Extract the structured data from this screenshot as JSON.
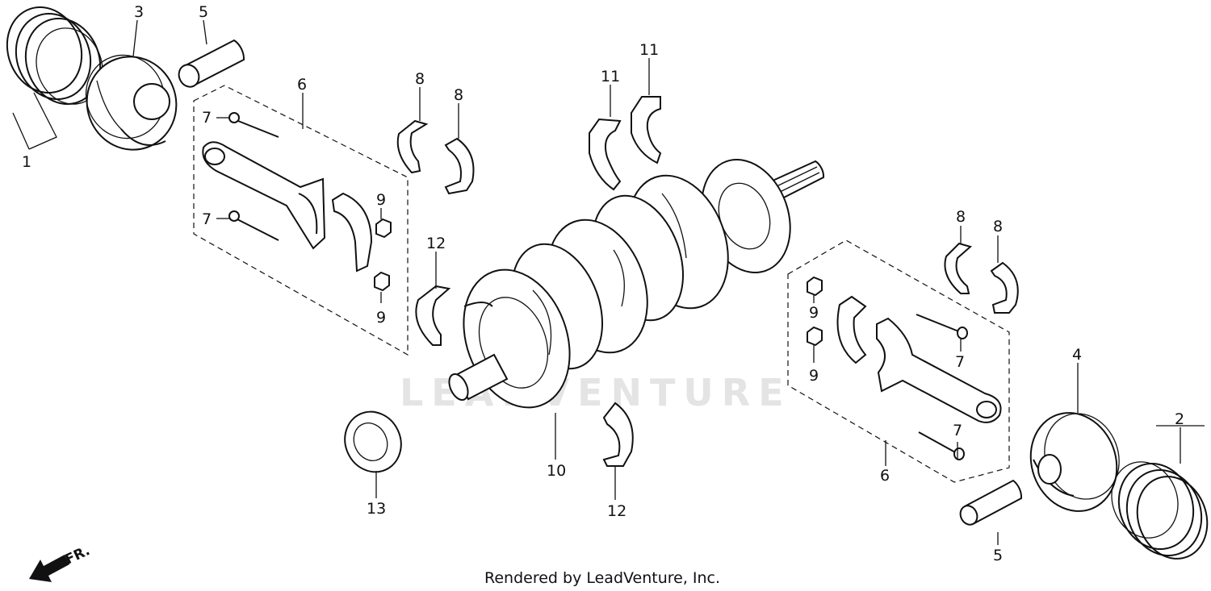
{
  "diagram": {
    "watermark": "LEADVENTURE",
    "footer": "Rendered by LeadVenture, Inc.",
    "front_indicator": "FR.",
    "callouts": {
      "c1": "1",
      "c2": "2",
      "c3": "3",
      "c4": "4",
      "c5a": "5",
      "c5b": "5",
      "c6a": "6",
      "c6b": "6",
      "c7a": "7",
      "c7b": "7",
      "c7c": "7",
      "c7d": "7",
      "c8a": "8",
      "c8b": "8",
      "c8c": "8",
      "c8d": "8",
      "c9a": "9",
      "c9b": "9",
      "c9c": "9",
      "c9d": "9",
      "c10": "10",
      "c11a": "11",
      "c11b": "11",
      "c12a": "12",
      "c12b": "12",
      "c13": "13"
    }
  }
}
